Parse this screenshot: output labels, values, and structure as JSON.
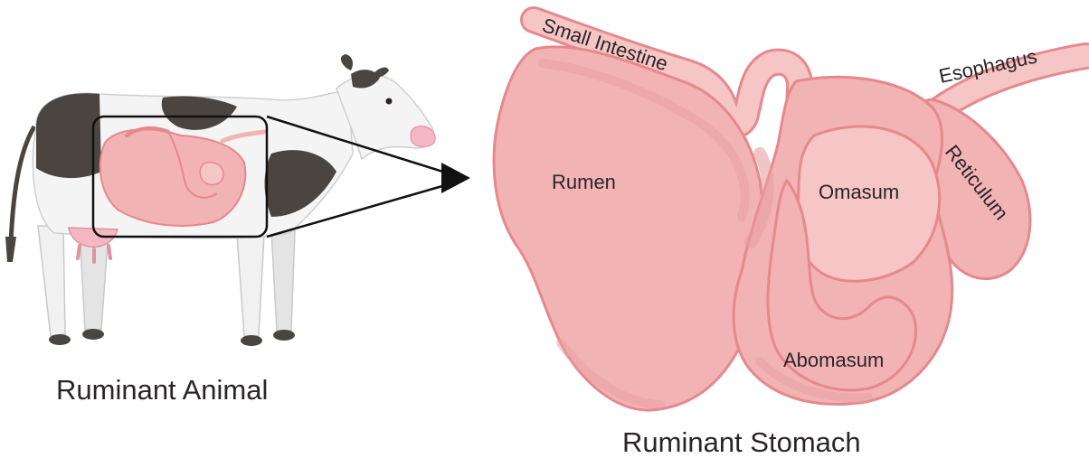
{
  "captions": {
    "animal": "Ruminant Animal",
    "stomach": "Ruminant Stomach"
  },
  "labels": {
    "small_intestine": "Small Intestine",
    "esophagus": "Esophagus",
    "reticulum": "Reticulum",
    "rumen": "Rumen",
    "omasum": "Omasum",
    "abomasum": "Abomasum"
  },
  "colors": {
    "stomach_fill": "#f2b3b5",
    "stomach_light": "#f6c6c6",
    "stomach_outline": "#e6888c",
    "cow_body": "#f4f4f4",
    "cow_spots": "#4a4540",
    "udder": "#f4b8c4",
    "arrow": "#111111"
  }
}
